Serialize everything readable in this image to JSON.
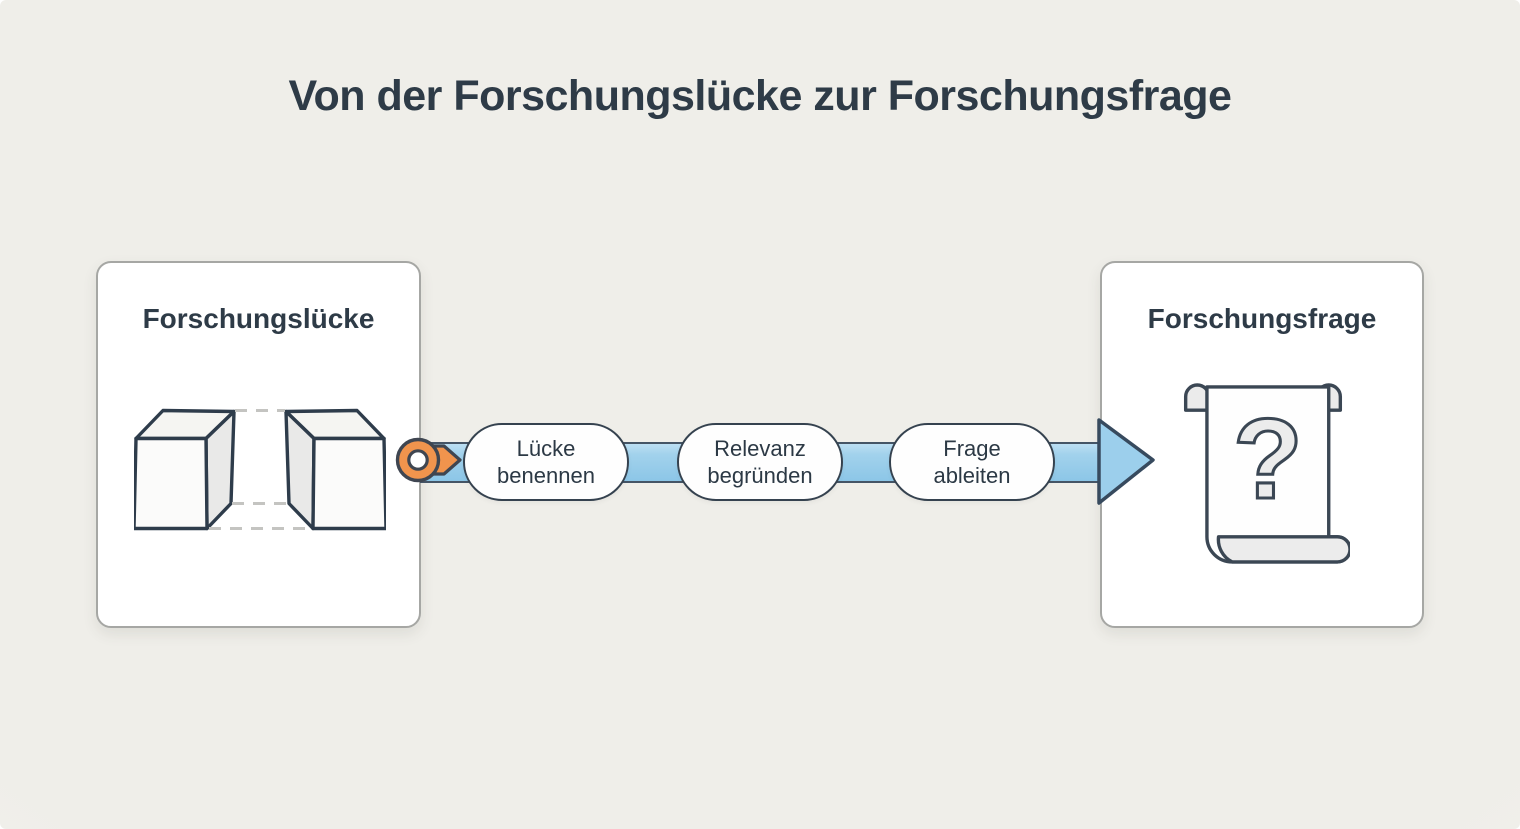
{
  "title": "Von der Forschungslücke zur Forschungsfrage",
  "left_card": {
    "title": "Forschungslücke",
    "icon": "gap-between-cubes-icon"
  },
  "right_card": {
    "title": "Forschungsfrage",
    "icon": "scroll-question-mark-icon",
    "question_mark": "?"
  },
  "process": {
    "start_icon": "key-icon",
    "steps": [
      {
        "line1": "Lücke",
        "line2": "benennen"
      },
      {
        "line1": "Relevanz",
        "line2": "begründen"
      },
      {
        "line1": "Frage",
        "line2": "ableiten"
      }
    ]
  },
  "colors": {
    "ink": "#2e3b47",
    "outline": "#35424f",
    "arrow_blue": "#96cbea",
    "key_orange": "#f0944d",
    "background": "#efeee9"
  }
}
